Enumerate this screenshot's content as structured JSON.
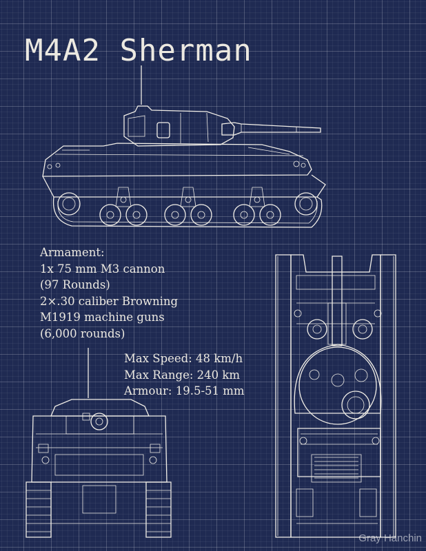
{
  "title": "M4A2 Sherman",
  "armament": {
    "heading": "Armament:",
    "lines": [
      "1x 75 mm M3 cannon",
      "(97 Rounds)",
      "2×.30 caliber Browning",
      "M1919 machine guns",
      "(6,000 rounds)"
    ]
  },
  "performance": {
    "lines": [
      "Max Speed: 48 km/h",
      "Max Range: 240 km",
      "Armour: 19.5-51 mm"
    ]
  },
  "credit": "Gray Hanchin",
  "colors": {
    "background": "#1f2a52",
    "line": "#f1eee7"
  }
}
